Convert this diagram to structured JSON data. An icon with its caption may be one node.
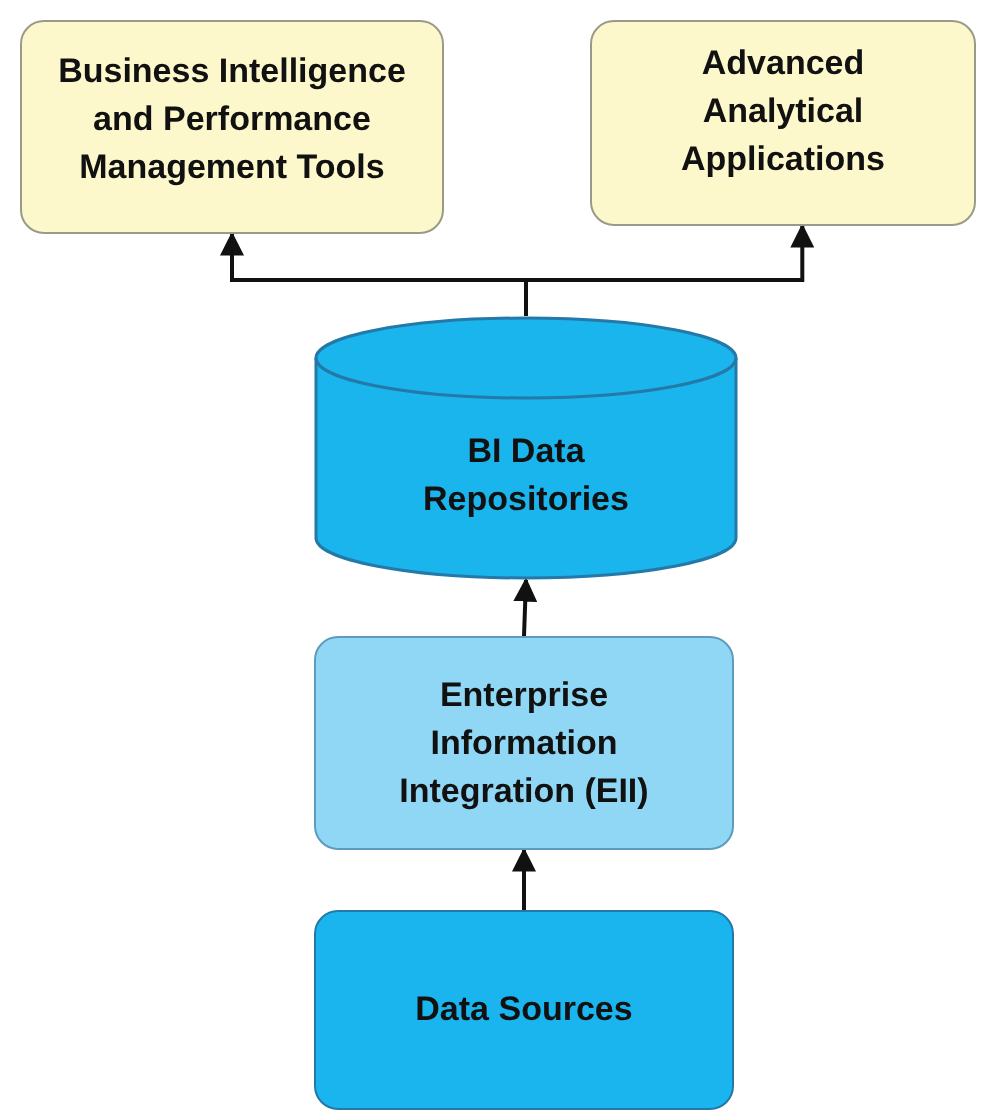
{
  "diagram": {
    "nodes": [
      {
        "text": [
          "Business Intelligence and Performance Management Tools"
        ]
      },
      {
        "text": [
          "Advanced Analytical Applications"
        ]
      },
      {
        "text": [
          "BI Data Repositories"
        ]
      },
      {
        "text": [
          "Enterprise Information Integration (EII)"
        ]
      },
      {
        "text": [
          "Data Sources"
        ]
      }
    ],
    "edges": [
      {
        "from": 2,
        "to": 0,
        "arrow": "to"
      },
      {
        "from": 2,
        "to": 1,
        "arrow": "to"
      },
      {
        "from": 3,
        "to": 2,
        "arrow": "to"
      },
      {
        "from": 4,
        "to": 3,
        "arrow": "to"
      }
    ]
  }
}
